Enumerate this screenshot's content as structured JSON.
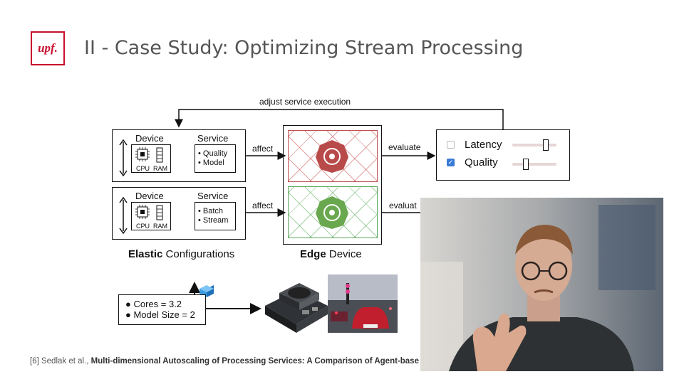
{
  "header": {
    "logo_text": "upf.",
    "title": "II - Case Study: Optimizing Stream Processing"
  },
  "diagram": {
    "feedback_label": "adjust service execution",
    "rows": [
      {
        "device_label": "Device",
        "service_label": "Service",
        "cpu_label": "CPU",
        "ram_label": "RAM",
        "service_items": [
          "• Quality",
          "• Model"
        ],
        "affect_label": "affect",
        "evaluate_label": "evaluate"
      },
      {
        "device_label": "Device",
        "service_label": "Service",
        "cpu_label": "CPU",
        "ram_label": "RAM",
        "service_items": [
          "• Batch",
          "• Stream"
        ],
        "affect_label": "affect",
        "evaluate_label": "evaluat"
      }
    ],
    "elastic_caption_bold": "Elastic",
    "elastic_caption_rest": " Configurations",
    "edge_caption_bold": "Edge",
    "edge_caption_rest": " Device",
    "metrics": [
      {
        "label": "Latency",
        "checked": false,
        "slider_fraction": 0.8
      },
      {
        "label": "Quality",
        "checked": true,
        "slider_fraction": 0.3
      }
    ],
    "config_items": [
      "Cores = 3.2",
      "Model Size = 2"
    ],
    "colors": {
      "red_accent": "#b94a4a",
      "green_accent": "#6aa84f",
      "checkbox_blue": "#3a7bd5"
    }
  },
  "footer": {
    "prefix": "[6] Sedlak et al., ",
    "title": "Multi-dimensional Autoscaling of Processing Services: A Comparison of Agent-base"
  },
  "webcam": {
    "icon": "presenter-video"
  }
}
